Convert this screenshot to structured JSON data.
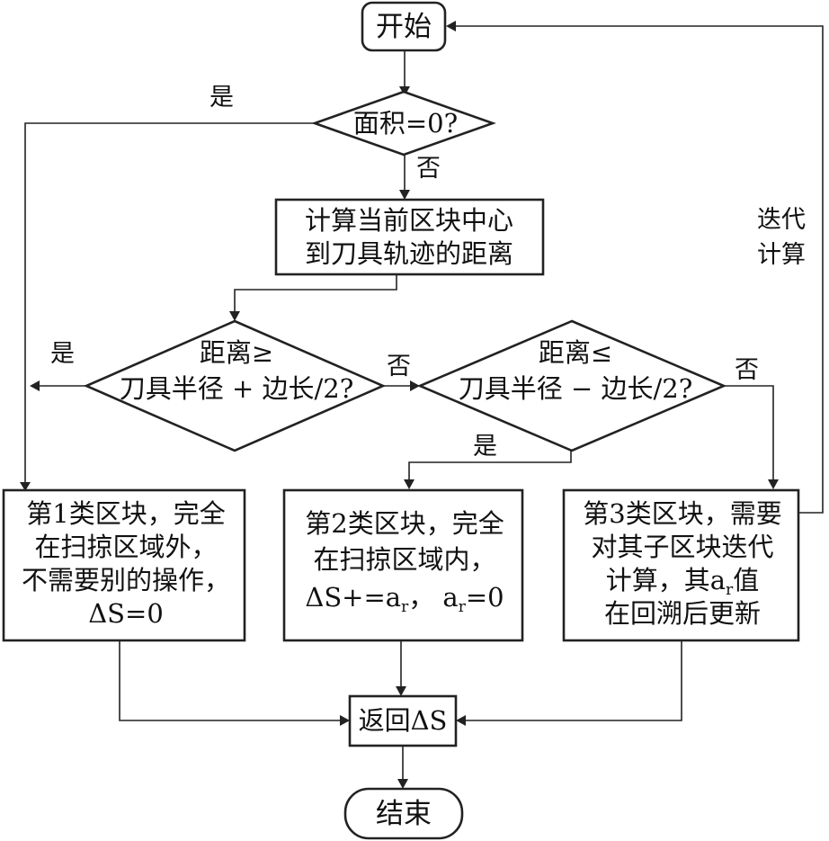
{
  "start": "开始",
  "end": "结束",
  "decision_area": "面积=0?",
  "process_compute": [
    "计算当前区块中心",
    "到刀具轨迹的距离"
  ],
  "decision_outside": [
    "距离≥",
    "刀具半径 + 边长/2?"
  ],
  "decision_inside": [
    "距离≤",
    "刀具半径 − 边长/2?"
  ],
  "class1": [
    "第1类区块，完全",
    "在扫掠区域外，",
    "不需要别的操作，",
    "ΔS=0"
  ],
  "class2": {
    "line1": "第2类区块，完全",
    "line2": "在扫掠区域内，",
    "line3_a": "ΔS+=a",
    "line3_sub": "r",
    "line3_b": "，  a",
    "line3_sub2": "r",
    "line3_c": "=0"
  },
  "class3": {
    "line1": "第3类区块，需要",
    "line2": "对其子区块迭代",
    "line3_a": "计算，其a",
    "line3_sub": "r",
    "line3_b": "值",
    "line4": "在回溯后更新"
  },
  "return_block": "返回ΔS",
  "labels": {
    "yes_area": "是",
    "no_area": "否",
    "yes_outside": "是",
    "no_outside": "否",
    "yes_inside": "是",
    "no_inside": "否",
    "iterate": [
      "迭代",
      "计算"
    ]
  }
}
